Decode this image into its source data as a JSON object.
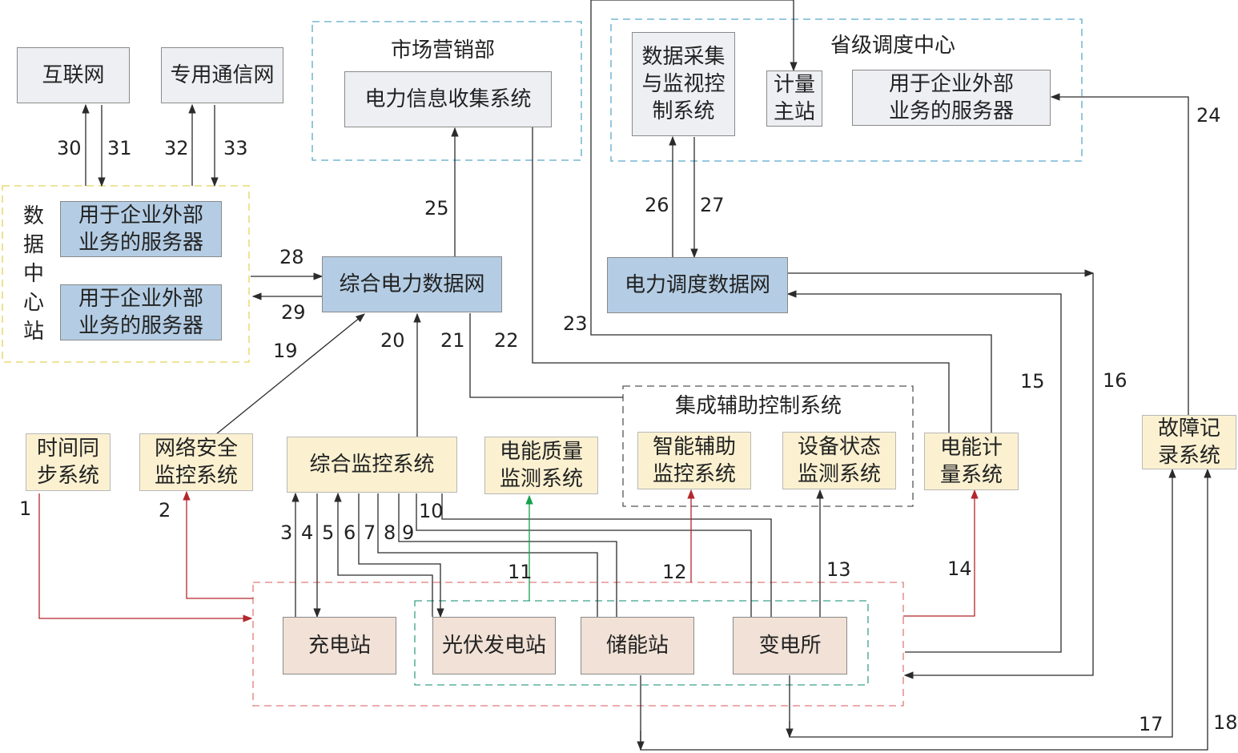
{
  "nodes": {
    "internet": "互联网",
    "private_net": "专用通信网",
    "market_dept": "市场营销部",
    "power_info": "电力信息收集系统",
    "provincial_center": "省级调度中心",
    "scada": "数据采集\n与监视控\n制系统",
    "metering_master": "计量\n主站",
    "prov_server": "用于企业外部\n业务的服务器",
    "data_center": "数\n据\n中\n心\n站",
    "dc_server_1": "用于企业外部\n业务的服务器",
    "dc_server_2": "用于企业外部\n业务的服务器",
    "integrated_net": "综合电力数据网",
    "dispatch_net": "电力调度数据网",
    "time_sync": "时间同\n步系统",
    "net_security": "网络安全\n监控系统",
    "integrated_monitor": "综合监控系统",
    "power_quality": "电能质量\n监测系统",
    "aux_control": "集成辅助控制系统",
    "smart_aux": "智能辅助\n监控系统",
    "equip_status": "设备状态\n监测系统",
    "energy_meter": "电能计\n量系统",
    "fault_recorder": "故障记\n录系统",
    "charging_station": "充电站",
    "pv_station": "光伏发电站",
    "storage_station": "储能站",
    "substation": "变电所"
  },
  "link_numbers": [
    "1",
    "2",
    "3",
    "4",
    "5",
    "6",
    "7",
    "8",
    "9",
    "10",
    "11",
    "12",
    "13",
    "14",
    "15",
    "16",
    "17",
    "18",
    "19",
    "20",
    "21",
    "22",
    "23",
    "24",
    "25",
    "26",
    "27",
    "28",
    "29",
    "30",
    "31",
    "32",
    "33"
  ],
  "colors": {
    "line": "#2b2b2b",
    "red_arrow": "#b3262c",
    "green_arrow": "#16a04a",
    "blue_dash": "#5aa9c9",
    "yellow_dash": "#e6d35a",
    "red_dash": "#e27b7b",
    "green_dash": "#3aa08a",
    "gray_dash": "#555555"
  }
}
